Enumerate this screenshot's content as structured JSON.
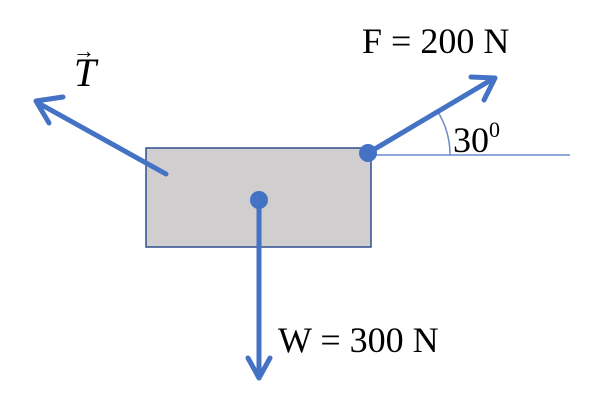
{
  "labels": {
    "tension": "T",
    "tension_arrow": "→",
    "applied_force": "F = 200 N",
    "weight": "W = 300 N",
    "angle": "30",
    "angle_unit": "0"
  },
  "colors": {
    "arrow": "#4472C4",
    "block_fill": "#D0CECE",
    "block_stroke": "#2F4F8F",
    "reference_line": "#6A8CC7",
    "text": "#000000"
  }
}
